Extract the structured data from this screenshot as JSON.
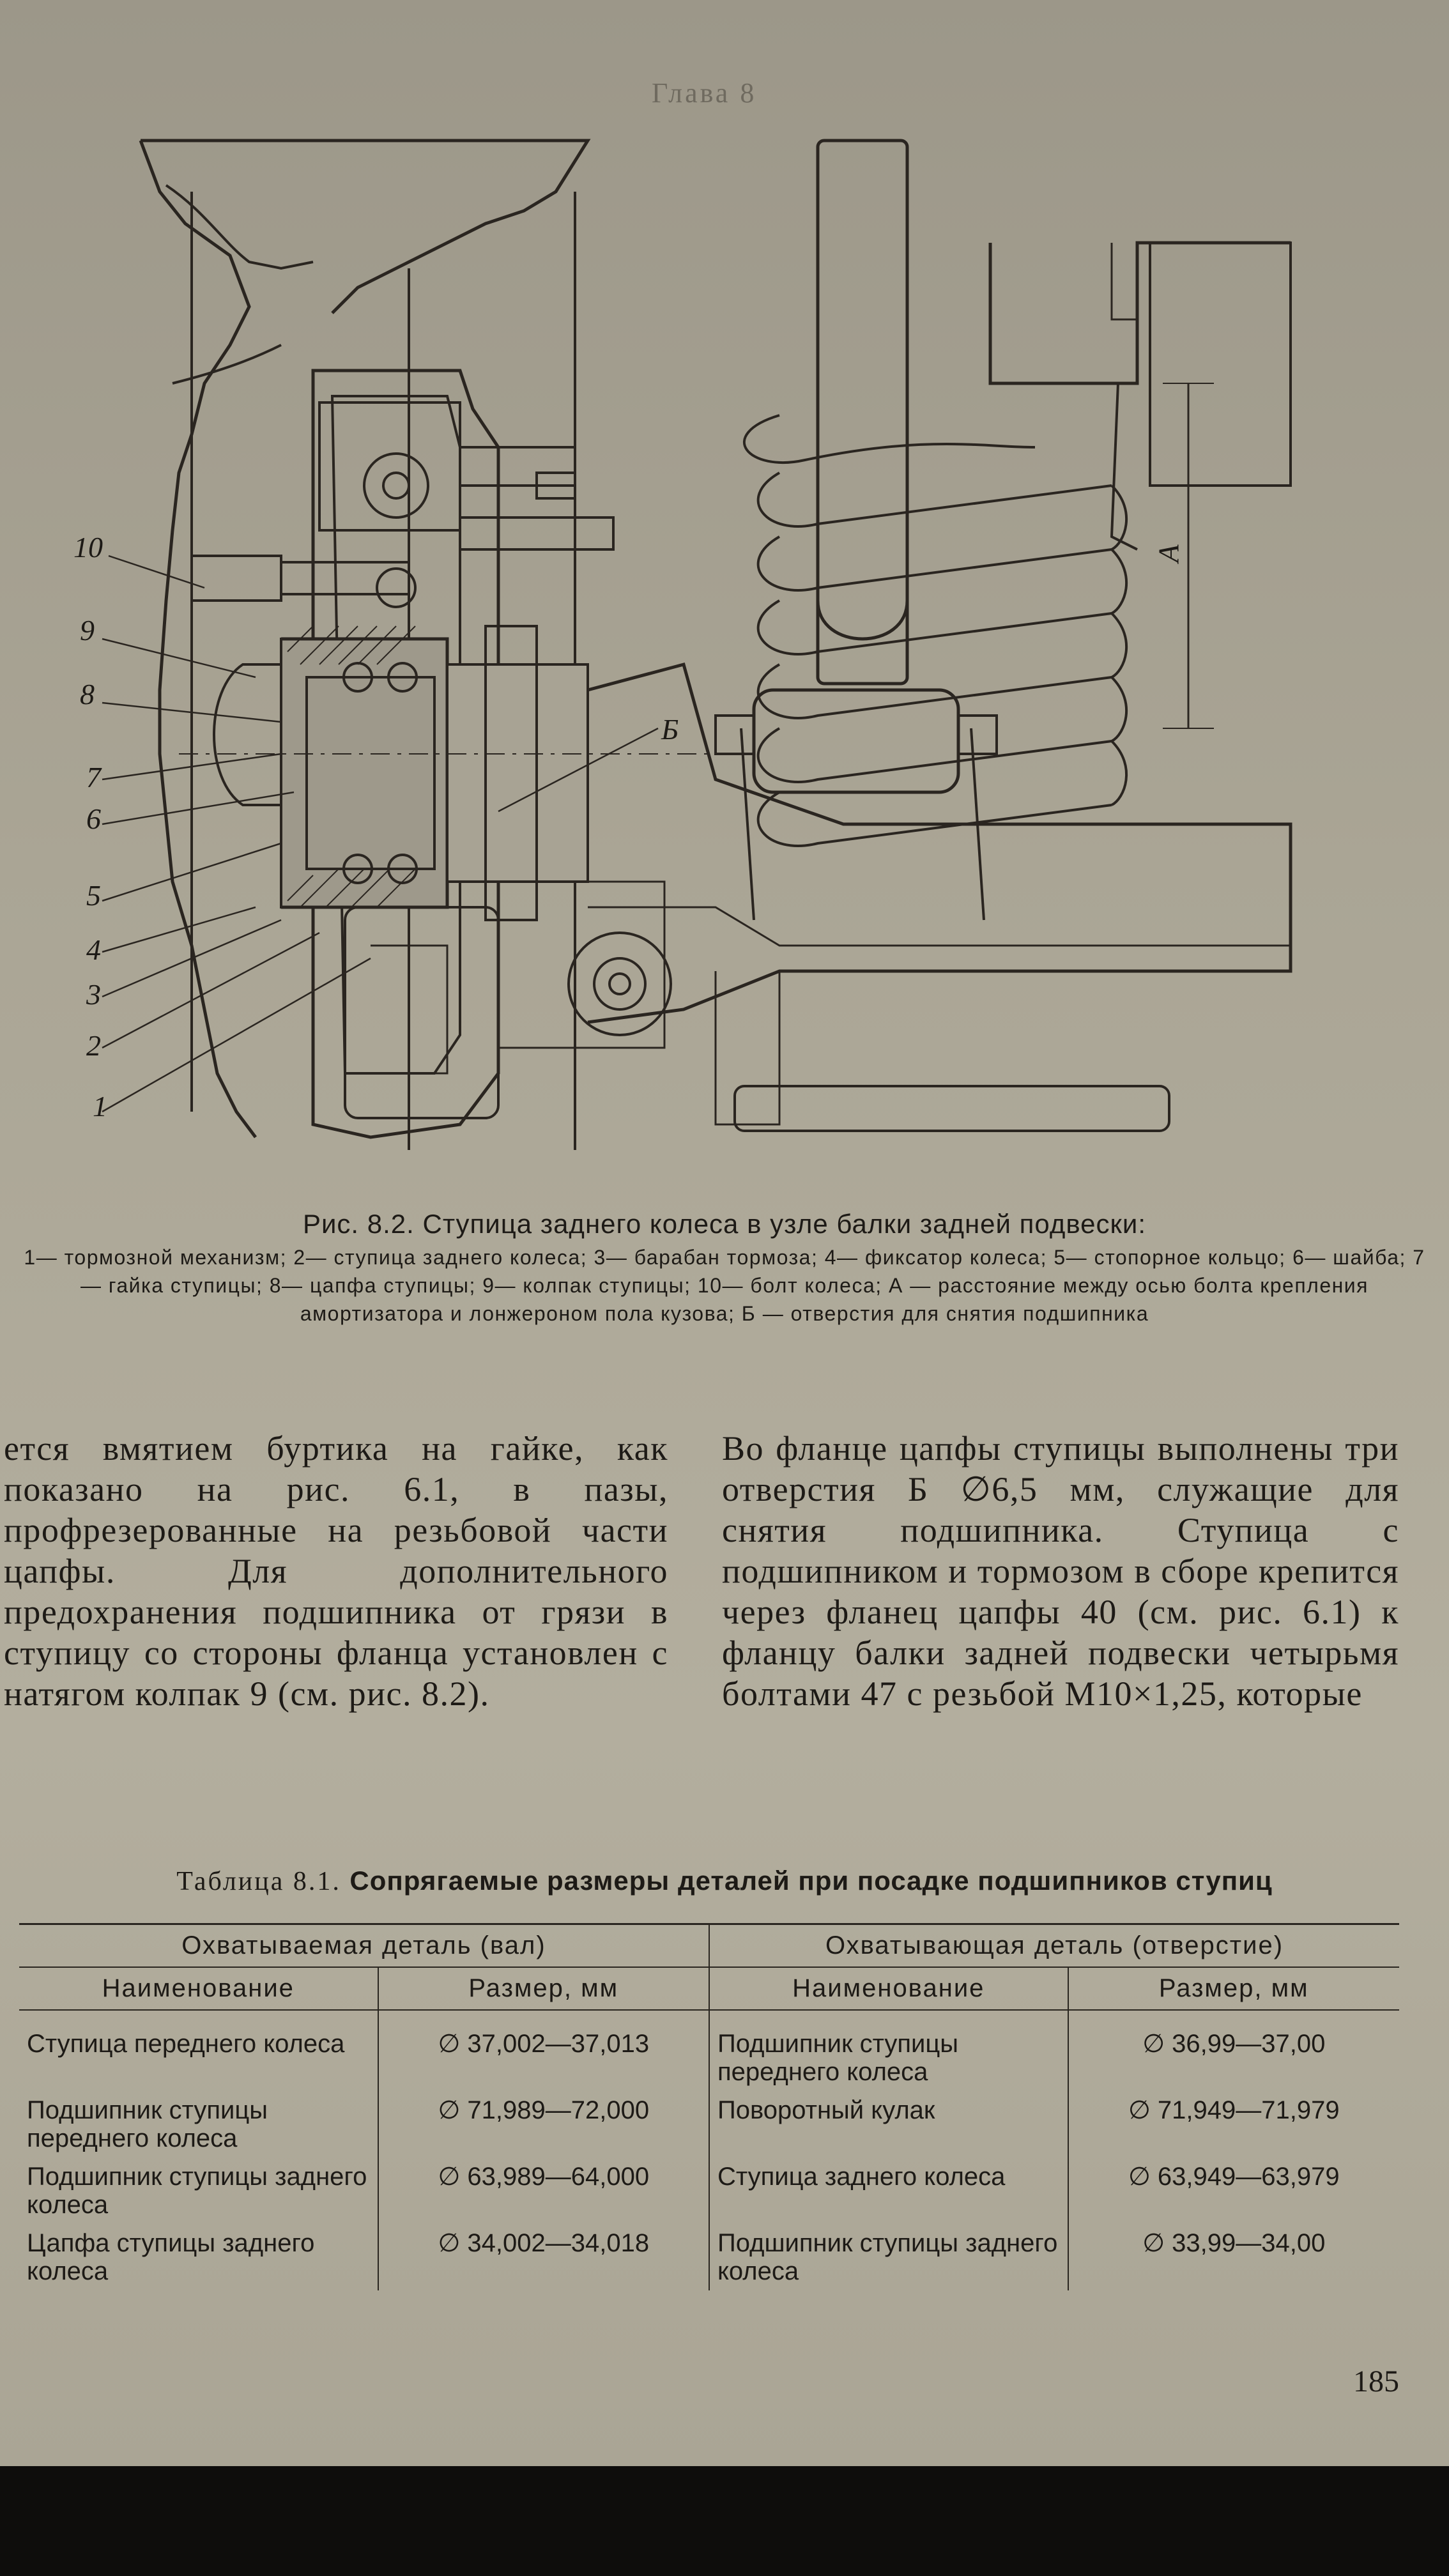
{
  "header_ghost": "Глава 8",
  "figure": {
    "callouts": [
      "10",
      "9",
      "8",
      "7",
      "6",
      "5",
      "4",
      "3",
      "2",
      "1"
    ],
    "label_B": "Б",
    "label_A": "А"
  },
  "caption": {
    "title": "Рис. 8.2. Ступица заднего колеса в узле балки задней подвески:",
    "legend": "1— тормозной механизм; 2— ступица заднего колеса; 3— барабан тормоза; 4— фиксатор колеса; 5— стопорное кольцо; 6— шайба; 7— гайка ступицы; 8— цапфа ступицы; 9— колпак ступицы; 10— болт колеса; А — расстояние между осью болта крепления амортизатора и лонжероном пола кузова; Б — отверстия для снятия подшипника"
  },
  "text": {
    "left": "ется вмятием буртика на гайке, как показано на рис. 6.1, в пазы, профрезерованные на резьбовой части цапфы. Для дополнительного предохранения подшипника от грязи в ступицу со стороны фланца установлен с натягом колпак 9 (см. рис. 8.2).",
    "right": "Во фланце цапфы ступицы выполнены три отверстия Б ∅6,5 мм, служащие для снятия подшипника. Ступица с подшипником и тормозом в сборе крепится через фланец цапфы 40 (см. рис. 6.1) к фланцу балки задней подвески четырьмя болтами 47 с резьбой М10×1,25, которые"
  },
  "table": {
    "label": "Таблица 8.1.",
    "title": "Сопрягаемые размеры деталей при посадке подшипников ступиц",
    "group_left": "Охватываемая деталь (вал)",
    "group_right": "Охватывающая деталь (отверстие)",
    "col_name": "Наименование",
    "col_size": "Размер, мм",
    "rows": [
      {
        "shaft_name": "Ступица переднего колеса",
        "shaft_size": "∅ 37,002—37,013",
        "hole_name": "Подшипник ступицы переднего колеса",
        "hole_size": "∅ 36,99—37,00"
      },
      {
        "shaft_name": "Подшипник ступицы переднего колеса",
        "shaft_size": "∅ 71,989—72,000",
        "hole_name": "Поворотный кулак",
        "hole_size": "∅ 71,949—71,979"
      },
      {
        "shaft_name": "Подшипник ступицы заднего колеса",
        "shaft_size": "∅ 63,989—64,000",
        "hole_name": "Ступица заднего колеса",
        "hole_size": "∅ 63,949—63,979"
      },
      {
        "shaft_name": "Цапфа ступицы заднего колеса",
        "shaft_size": "∅ 34,002—34,018",
        "hole_name": "Подшипник ступицы заднего колеса",
        "hole_size": "∅ 33,99—34,00"
      }
    ]
  },
  "page_number": "185"
}
